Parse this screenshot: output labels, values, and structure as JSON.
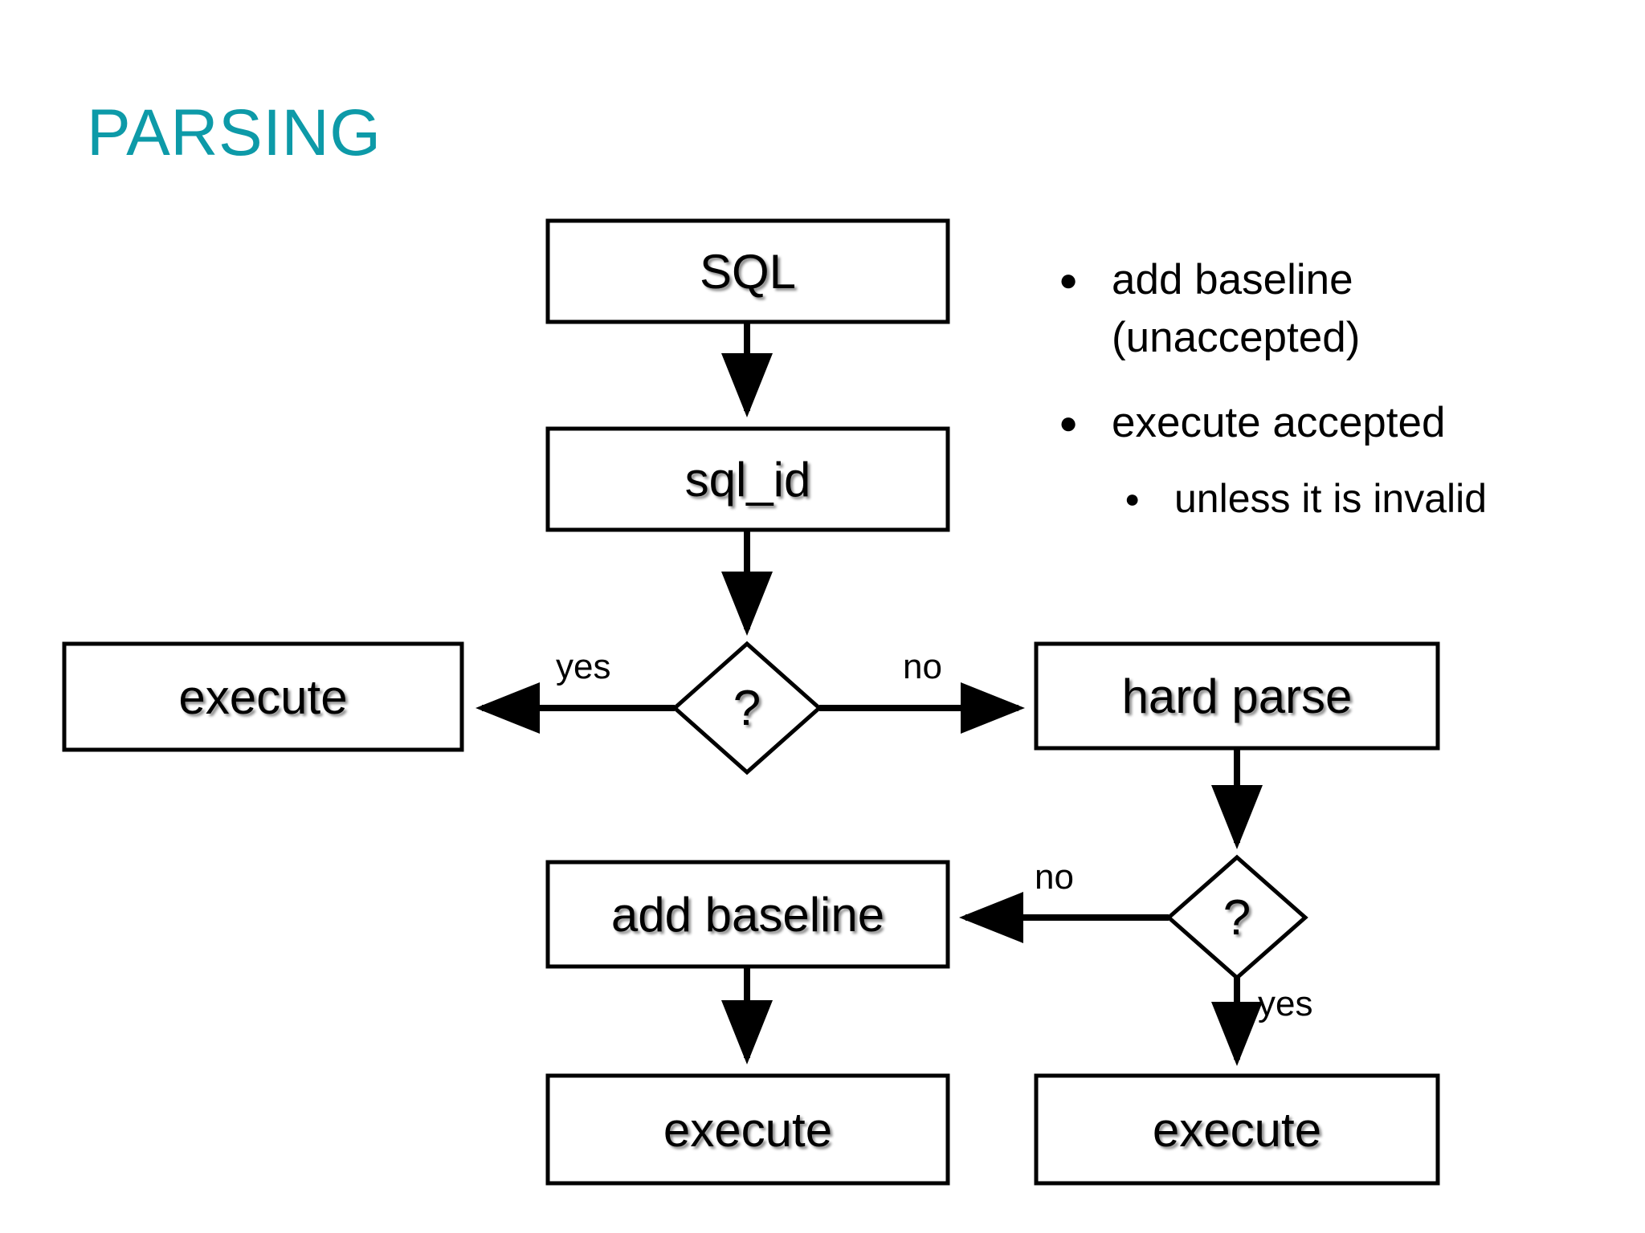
{
  "slide": {
    "title": "PARSING",
    "title_color": "#0d9aa8",
    "background_color": "#ffffff",
    "line_color": "#000000"
  },
  "flowchart": {
    "nodes": {
      "sql": "SQL",
      "sql_id": "sql_id",
      "decision_one": "?",
      "execute_left": "execute",
      "hard_parse": "hard parse",
      "add_baseline": "add baseline",
      "decision_two": "?",
      "execute_middle": "execute",
      "execute_right": "execute"
    },
    "edge_labels": {
      "decision_one_yes": "yes",
      "decision_one_no": "no",
      "decision_two_no": "no",
      "decision_two_yes": "yes"
    }
  },
  "notes": {
    "items": [
      {
        "level": 1,
        "marker": "●",
        "line_one": "add baseline",
        "line_two": "(unaccepted)"
      },
      {
        "level": 1,
        "marker": "●",
        "line_one": "execute accepted",
        "line_two": ""
      },
      {
        "level": 2,
        "marker": "●",
        "line_one": "unless it is invalid",
        "line_two": ""
      }
    ]
  }
}
